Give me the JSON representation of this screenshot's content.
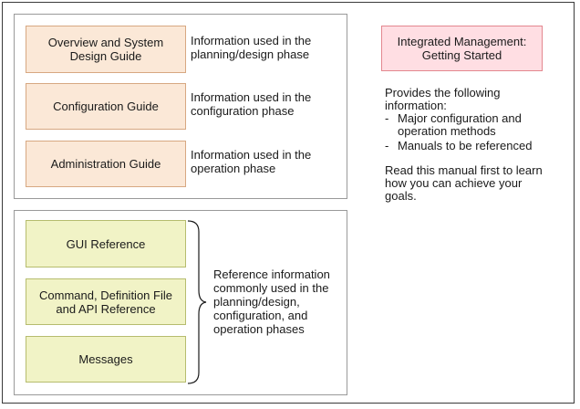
{
  "guides": [
    {
      "title": "Overview and System\nDesign Guide",
      "desc": "Information used in the\nplanning/design phase"
    },
    {
      "title": "Configuration Guide",
      "desc": "Information used in the\nconfiguration phase"
    },
    {
      "title": "Administration Guide",
      "desc": "Information used in the\noperation phase"
    }
  ],
  "references": [
    {
      "title": "GUI Reference"
    },
    {
      "title": "Command, Definition File\nand API Reference"
    },
    {
      "title": "Messages"
    }
  ],
  "reference_desc": "Reference information\ncommonly used in the\nplanning/design,\nconfiguration, and\noperation phases",
  "getting_started": {
    "title": "Integrated Management:\nGetting Started",
    "intro": "Provides the following\ninformation:",
    "items": [
      "Major configuration and\noperation methods",
      "Manuals to be referenced"
    ],
    "closing": "Read this manual first to learn\nhow you can achieve your\ngoals."
  },
  "colors": {
    "guide_fill": "#fbe8d7",
    "reference_fill": "#f1f3c6",
    "getting_started_fill": "#ffdee3"
  }
}
